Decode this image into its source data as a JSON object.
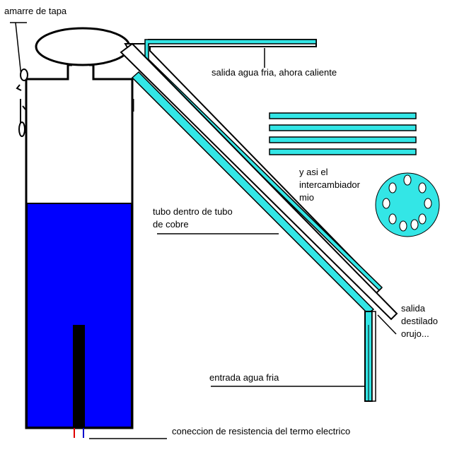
{
  "labels": {
    "lid_tie": "amarre de tapa",
    "cold_out": "salida agua fria, ahora caliente",
    "exchanger_line1": "y asi el",
    "exchanger_line2": "intercambiador",
    "exchanger_line3": "mio",
    "tube_line1": "tubo dentro de tubo",
    "tube_line2": "de cobre",
    "distillate_line1": "salida",
    "distillate_line2": "destilado",
    "distillate_line3": "orujo...",
    "cold_in": "entrada agua fria",
    "heater": "coneccion de resistencia del termo electrico"
  },
  "colors": {
    "water": "#0000ff",
    "copper_tube": "#33e6e6",
    "outline": "#000000",
    "heater": "#000000",
    "wire_red": "#e00000",
    "wire_blue": "#0000cc"
  }
}
